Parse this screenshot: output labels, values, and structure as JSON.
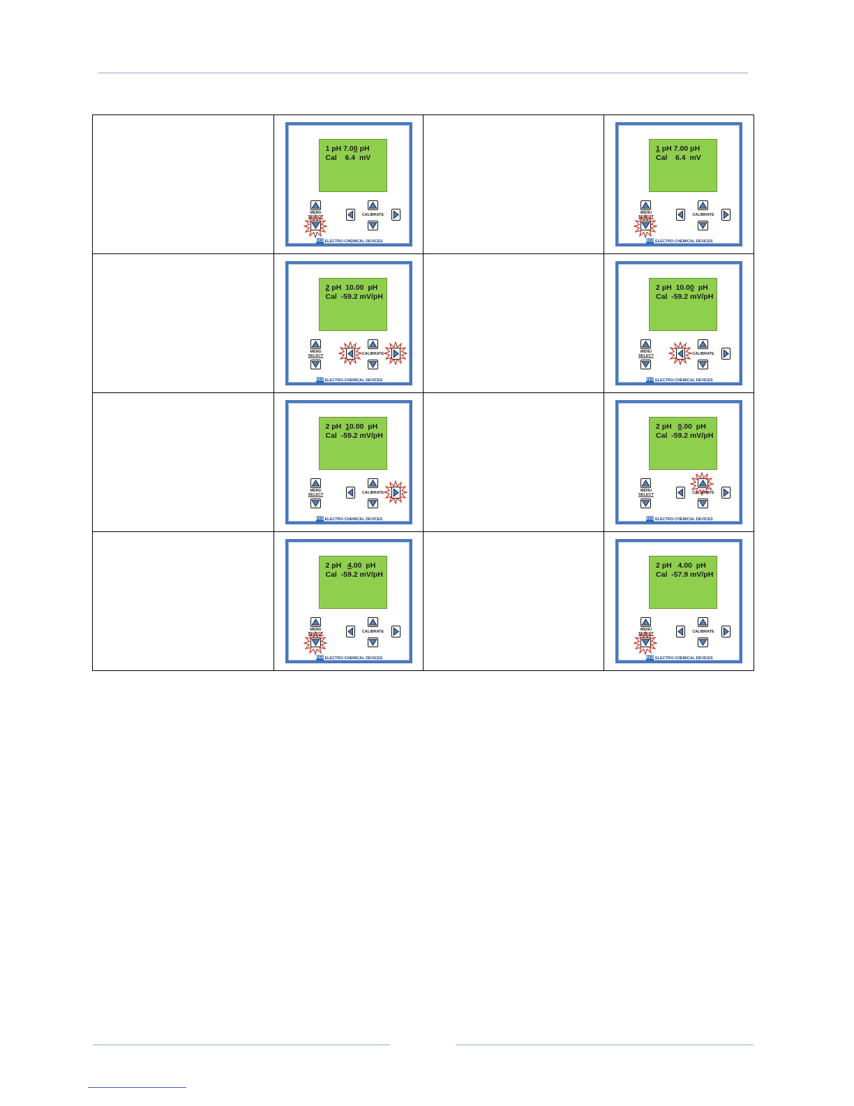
{
  "device": {
    "menu_label": "MENU",
    "select_label": "SELECT",
    "calibrate_label": "CALIBRATE",
    "brand": "ELECTRO-CHEMICAL DEVICES",
    "brand_logo": "ECD",
    "lcd_color": "#8fcf4e",
    "frame_color": "#4a78bd",
    "highlight_color": "#c0392b"
  },
  "steps": [
    {
      "line1": [
        "1 pH 7.0",
        "0",
        " pH"
      ],
      "line2": "Cal    6.4  mV",
      "pressed": [
        "menu-down"
      ]
    },
    {
      "line1": [
        "",
        "1",
        " pH 7.00 pH"
      ],
      "line2": "Cal    6.4  mV",
      "pressed": [
        "menu-down"
      ]
    },
    {
      "line1": [
        "",
        "2",
        " pH  10.00  pH"
      ],
      "line2": "Cal  -59.2 mV/pH",
      "pressed": [
        "left",
        "right"
      ]
    },
    {
      "line1": [
        "2 pH  10.0",
        "0",
        "  pH"
      ],
      "line2": "Cal  -59.2 mV/pH",
      "pressed": [
        "left"
      ]
    },
    {
      "line1": [
        "2 pH  ",
        "1",
        "0.00  pH"
      ],
      "line2": "Cal  -59.2 mV/pH",
      "pressed": [
        "right"
      ]
    },
    {
      "line1": [
        "2 pH   ",
        "0",
        ".00  pH"
      ],
      "line2": "Cal  -59.2 mV/pH",
      "pressed": [
        "cal-up"
      ]
    },
    {
      "line1": [
        "2 pH   ",
        "4",
        ".00  pH"
      ],
      "line2": "Cal  -59.2 mV/pH",
      "pressed": [
        "menu-down"
      ]
    },
    {
      "line1": [
        "2 pH   4.00  pH",
        "",
        ""
      ],
      "line2": "Cal  -57.9 mV/pH",
      "pressed": [
        "menu-down"
      ]
    }
  ]
}
